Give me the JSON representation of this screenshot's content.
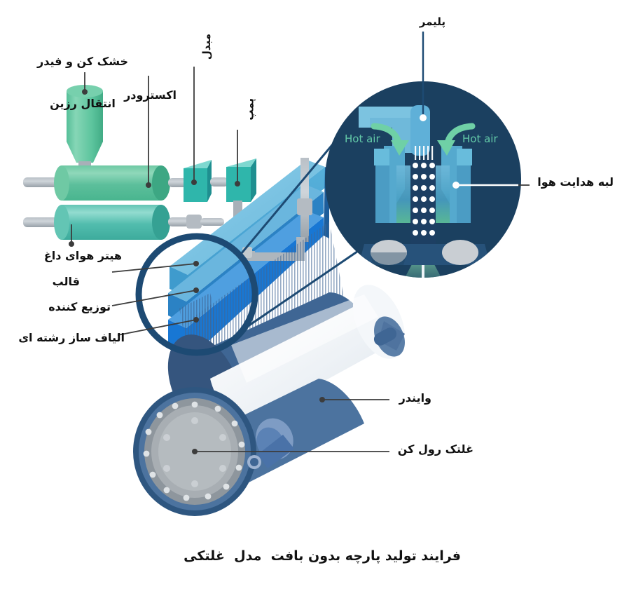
{
  "figure": {
    "caption": "فرایند تولید پارچه بدون بافت  مدل  غلتکی",
    "caption_font_size": 19
  },
  "labels": {
    "dryer_feeder": {
      "line1": "خشک کن و فیدر",
      "line2": "انتقال رزین",
      "font_size": 16
    },
    "extruder": {
      "text": "اکسترودر",
      "font_size": 16
    },
    "converter": {
      "text": "مبدل",
      "font_size": 15
    },
    "pump": {
      "text": "پمپ",
      "font_size": 15
    },
    "hot_air_heater": {
      "text": "هیتر هوای داغ",
      "font_size": 16
    },
    "die": {
      "text": "قالب",
      "font_size": 16
    },
    "distributor": {
      "text": "توزیع کننده",
      "font_size": 16
    },
    "fiber_former": {
      "text": "الیاف ساز رشته ای",
      "font_size": 16
    },
    "polymer": {
      "text": "پلیمر",
      "font_size": 15
    },
    "air_guide_edge": {
      "text": "لبه هدایت هوا",
      "font_size": 16
    },
    "winder": {
      "text": "وایندر",
      "font_size": 16
    },
    "take_up_roller": {
      "text": "غلتک رول کن",
      "font_size": 16
    }
  },
  "inset": {
    "hot_air_left": "Hot air",
    "hot_air_right": "Hot air",
    "hot_air_font_size": 15
  },
  "colors": {
    "background": "#ffffff",
    "green_machine_light": "#7ecfaa",
    "green_machine": "#5cbf9b",
    "green_machine_dark": "#3da783",
    "teal_box": "#2fb6ab",
    "teal_box_top": "#7ed8d0",
    "teal_box_side": "#1f8f90",
    "beam_top": "#7ec6e4",
    "beam_face": "#4aa7d6",
    "beam_mid": "#2b82c4",
    "beam_bottom": "#1877d4",
    "beam_dark": "#1d5d9b",
    "pipe_grey": "#a8b0b8",
    "navy": "#1d4a73",
    "navy_dark": "#173f63",
    "roller_dark": "#3f6694",
    "roller_mid": "#5b7fa8",
    "fabric_white": "#eef2f6",
    "disc_grey": "#9ba2a8",
    "inset_bg": "#1b4060",
    "hot_air_text": "#63c9a8",
    "leader_line": "#3c3c3c",
    "label_text": "#111111"
  }
}
